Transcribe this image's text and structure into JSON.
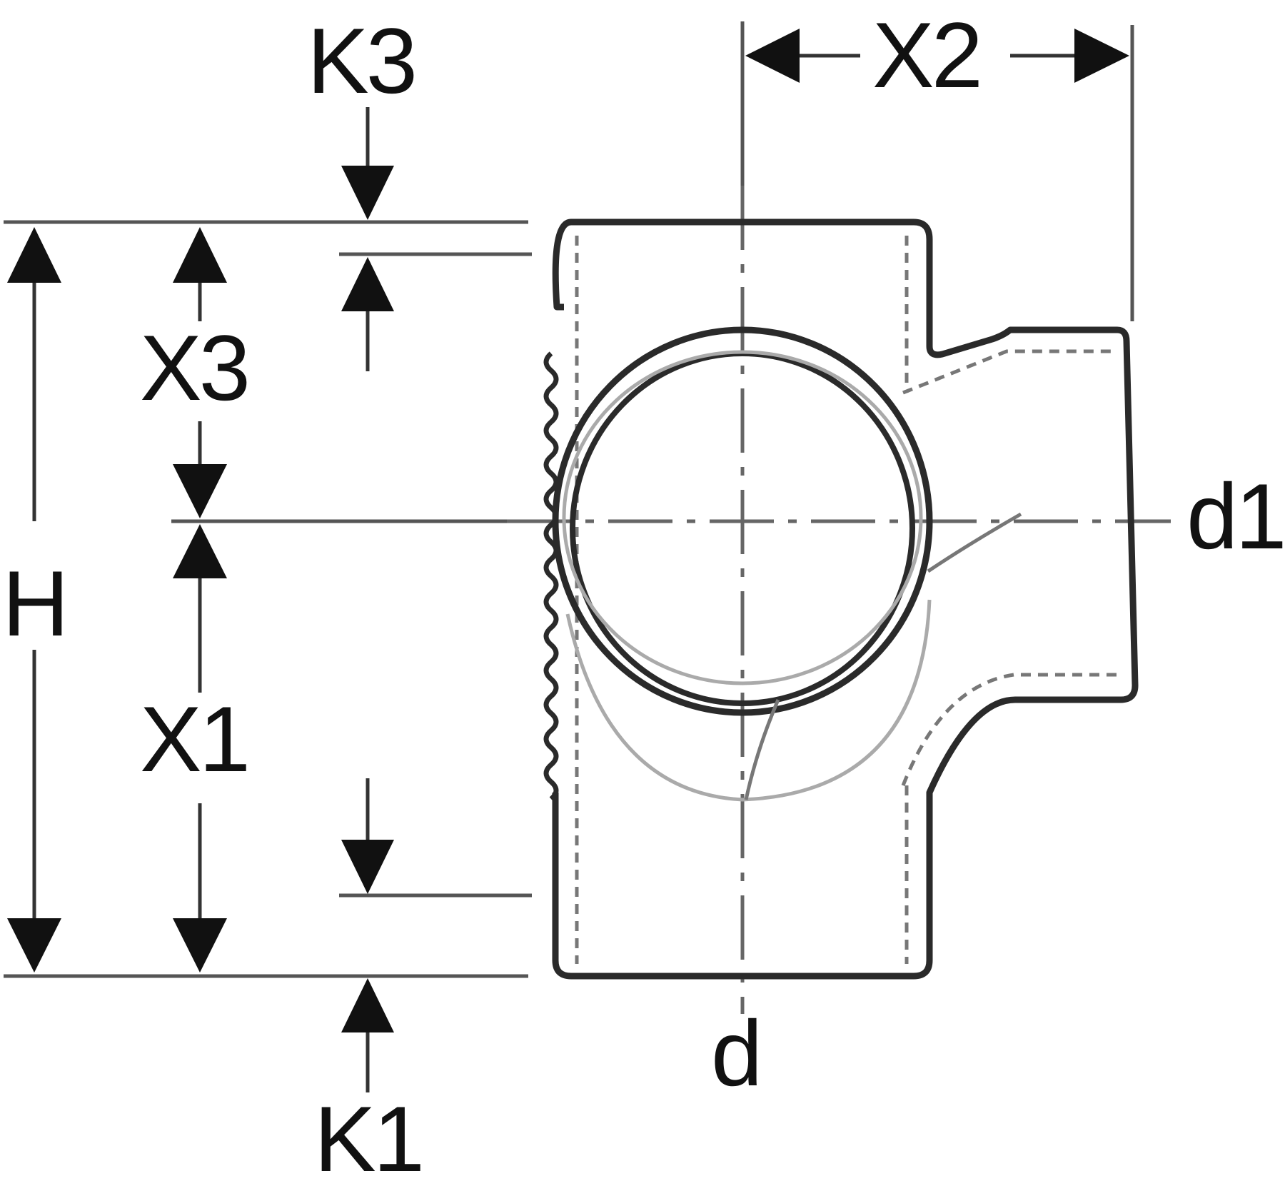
{
  "diagram": {
    "title": "Pipe fitting tee with threaded side branch – dimension drawing",
    "labels": {
      "k3": "K3",
      "x2": "X2",
      "x3": "X3",
      "d1": "d1",
      "h": "H",
      "x1": "X1",
      "d": "d",
      "k1": "K1"
    },
    "colors": {
      "outline": "#2a2a2a",
      "dim_line": "#444444",
      "hidden_line": "#777777",
      "light_line": "#aaaaaa"
    }
  }
}
